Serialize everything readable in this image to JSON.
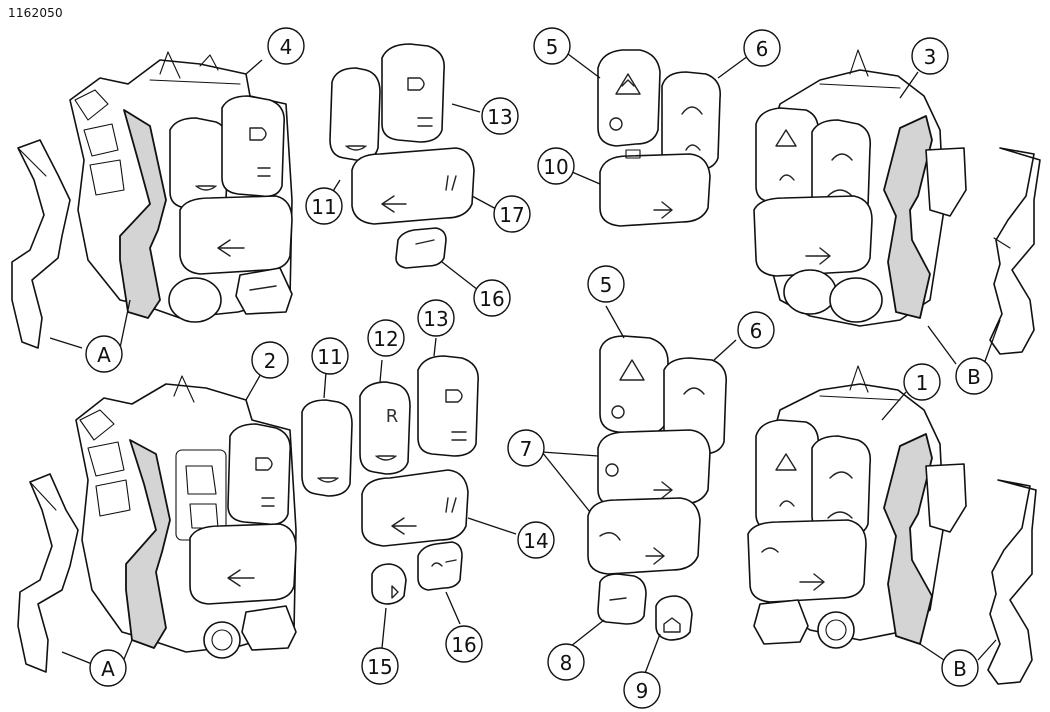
{
  "figure_id": "1162050",
  "callouts": {
    "c1": "1",
    "c2": "2",
    "c3": "3",
    "c4": "4",
    "c5a": "5",
    "c5b": "5",
    "c6a": "6",
    "c6b": "6",
    "c7": "7",
    "c8": "8",
    "c9": "9",
    "c10": "10",
    "c11a": "11",
    "c11b": "11",
    "c12": "12",
    "c13a": "13",
    "c13b": "13",
    "c14": "14",
    "c15": "15",
    "c16a": "16",
    "c16b": "16",
    "c17": "17",
    "cA1": "A",
    "cA2": "A",
    "cB1": "B",
    "cB2": "B"
  },
  "cap_letter": "R"
}
